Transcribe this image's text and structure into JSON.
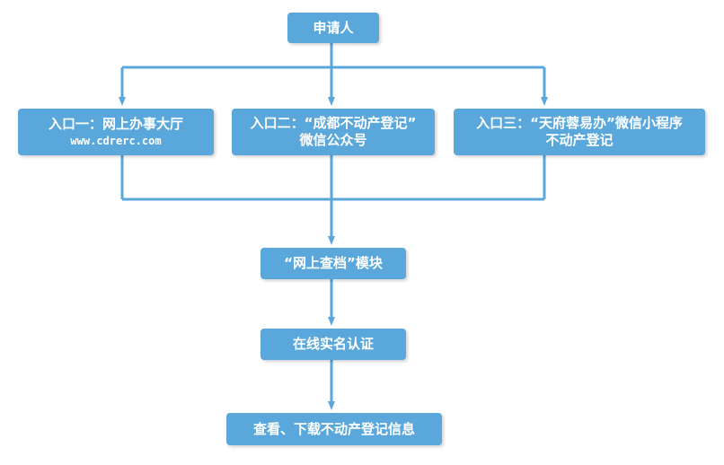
{
  "colors": {
    "box_fill": "#5aa7dc",
    "connector": "#5aa7dc",
    "text": "#ffffff"
  },
  "nodes": {
    "applicant": "申请人",
    "entry1": {
      "line1": "入口一：网上办事大厅",
      "line2": "www.cdrerc.com"
    },
    "entry2": {
      "line1": "入口二：“成都不动产登记”",
      "line2": "微信公众号"
    },
    "entry3": {
      "line1": "入口三：“天府蓉易办”微信小程序",
      "line2": "不动产登记"
    },
    "module": "“网上查档”模块",
    "auth": "在线实名认证",
    "download": "查看、下载不动产登记信息"
  }
}
